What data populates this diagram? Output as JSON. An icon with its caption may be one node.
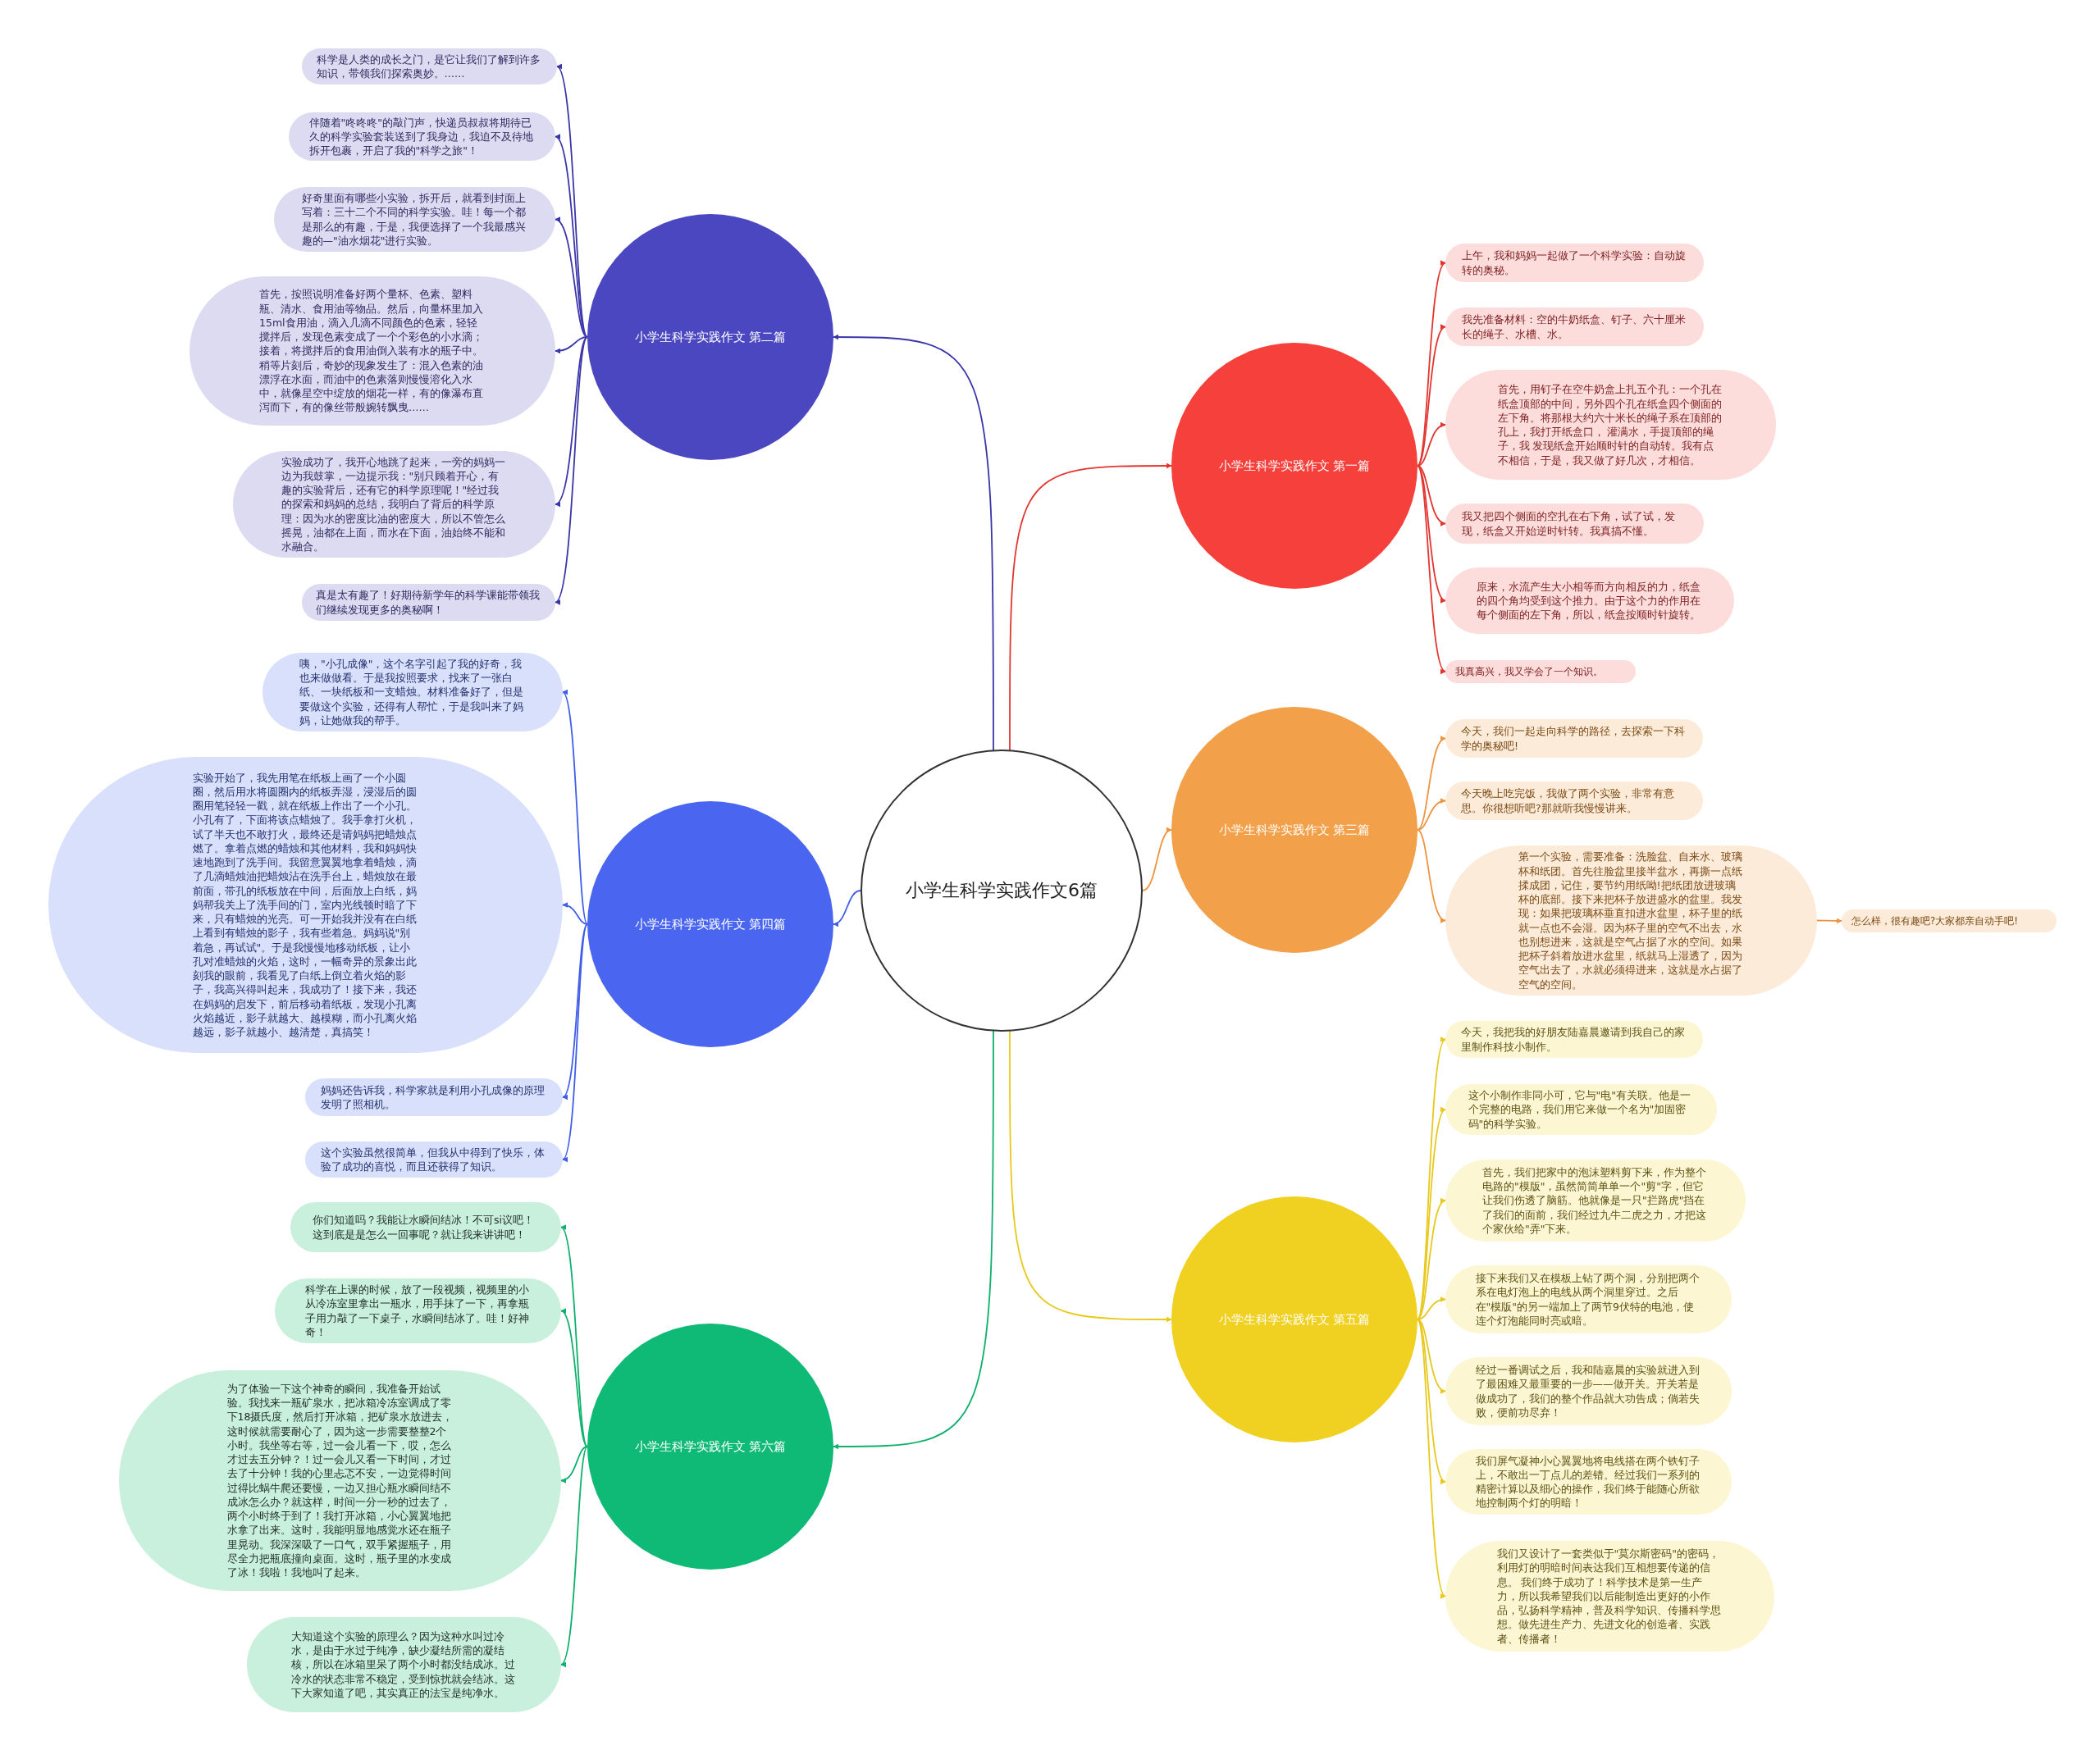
{
  "diagram": {
    "nodes": [
      {
        "text": [
          "小学生科学实践作文6篇"
        ]
      },
      {
        "text": [
          "小学生科学实践作文 第二篇"
        ]
      },
      {
        "text": [
          "科学是人类的成长之门，是它让我们了解到许多知识，带领我们探索奥妙。……"
        ]
      },
      {
        "text": [
          "伴随着\"咚咚咚\"的敲门声，快递员叔叔将期待已久的科学实验套装送到了我身边，我迫不及待地拆开包裹，开启了我的\"科学之旅\"！"
        ]
      },
      {
        "text": [
          "好奇里面有哪些小实验，拆开后，就看到封面上写着：三十二个不同的科学实验。哇！每一个都是那么的有趣，于是，我便选择了一个我最感兴趣的—\"油水烟花\"进行实验。"
        ]
      },
      {
        "text": [
          "首先，按照说明准备好两个量杯、色素、塑料瓶、清水、食用油等物品。然后，向量杯里加入15ml食用油，滴入几滴不同颜色的色素，轻轻搅拌后，发现色素变成了一个个彩色的小水滴；接着，将搅拌后的食用油倒入装有水的瓶子中。稍等片刻后，奇妙的现象发生了：混入色素的油漂浮在水面，而油中的色素落则慢慢溶化入水中，就像星空中绽放的烟花一样，有的像瀑布直泻而下，有的像丝带般婉转飘曳……"
        ]
      },
      {
        "text": [
          "实验成功了，我开心地跳了起来，一旁的妈妈一边为我鼓掌，一边提示我：\"别只顾着开心，有趣的实验背后，还有它的科学原理呢！\"经过我的探索和妈妈的总结，我明白了背后的科学原理：因为水的密度比油的密度大，所以不管怎么摇晃，油都在上面，而水在下面，油始终不能和水融合。"
        ]
      },
      {
        "text": [
          "真是太有趣了！好期待新学年的科学课能带领我们继续发现更多的奥秘啊！"
        ]
      },
      {
        "text": [
          "小学生科学实践作文 第四篇"
        ]
      },
      {
        "text": [
          "咦，\"小孔成像\"，这个名字引起了我的好奇，我也来做做看。于是我按照要求，找来了一张白纸、一块纸板和一支蜡烛。材料准备好了，但是要做这个实验，还得有人帮忙，于是我叫来了妈妈，让她做我的帮手。"
        ]
      },
      {
        "text": [
          "实验开始了，我先用笔在纸板上画了一个小圆圈，然后用水将圆圈内的纸板弄湿，浸湿后的圆圈用笔轻轻一戳，就在纸板上作出了一个小孔。小孔有了，下面将该点蜡烛了。我手拿打火机，试了半天也不敢打火，最终还是请妈妈把蜡烛点燃了。拿着点燃的蜡烛和其他材料，我和妈妈快速地跑到了洗手间。我留意翼翼地拿着蜡烛，滴了几滴蜡烛油把蜡烛沾在洗手台上，蜡烛放在最前面，带孔的纸板放在中间，后面放上白纸，妈妈帮我关上了洗手间的门，室内光线顿时暗了下来，只有蜡烛的光亮。可一开始我并没有在白纸上看到有蜡烛的影子，我有些着急。妈妈说\"别着急，再试试\"。于是我慢慢地移动纸板，让小孔对准蜡烛的火焰，这时，一幅奇异的景象出此刻我的眼前，我看见了白纸上倒立着火焰的影子，我高兴得叫起来，我成功了！接下来，我还在妈妈的启发下，前后移动着纸板，发现小孔离火焰越近，影子就越大、越模糊，而小孔离火焰越远，影子就越小、越清楚，真搞笑！"
        ]
      },
      {
        "text": [
          "妈妈还告诉我，科学家就是利用小孔成像的原理发明了照相机。"
        ]
      },
      {
        "text": [
          "这个实验虽然很简单，但我从中得到了快乐，体验了成功的喜悦，而且还获得了知识。"
        ]
      },
      {
        "text": [
          "小学生科学实践作文 第六篇"
        ]
      },
      {
        "text": [
          "你们知道吗？我能让水瞬间结冰！不可si议吧！这到底是是怎么一回事呢？就让我来讲讲吧！"
        ]
      },
      {
        "text": [
          "科学在上课的时候，放了一段视频，视频里的小从冷冻室里拿出一瓶水，用手抹了一下，再拿瓶子用力敲了一下桌子，水瞬间结冰了。哇！好神奇！"
        ]
      },
      {
        "text": [
          "为了体验一下这个神奇的瞬间，我准备开始试验。我找来一瓶矿泉水，把冰箱冷冻室调成了零下18摄氏度，然后打开冰箱，把矿泉水放进去，这时候就需要耐心了，因为这一步需要整整2个小时。我坐等右等，过一会儿看一下，哎，怎么才过去五分钟？！过一会儿又看一下时间，才过去了十分钟！我的心里忐忑不安，一边觉得时间过得比蜗牛爬还要慢，一边又担心瓶水瞬间结不成冰怎么办？就这样，时间一分一秒的过去了，两个小时终于到了！我打开冰箱，小心翼翼地把水拿了出来。这时，我能明显地感觉水还在瓶子里晃动。我深深吸了一口气，双手紧握瓶子，用尽全力把瓶底撞向桌面。这时，瓶子里的水变成了冰！我啦！我地叫了起来。"
        ]
      },
      {
        "text": [
          "大知道这个实验的原理么？因为这种水叫过冷水，是由于水过于纯净，缺少凝结所需的凝结核，所以在冰箱里呆了两个小时都没结成冰。过冷水的状态非常不稳定，受到惊扰就会结冰。这下大家知道了吧，其实真正的法宝是纯净水。"
        ]
      },
      {
        "text": [
          "小学生科学实践作文 第一篇"
        ]
      },
      {
        "text": [
          "上午，我和妈妈一起做了一个科学实验：自动旋转的奥秘。"
        ]
      },
      {
        "text": [
          "我先准备材料：空的牛奶纸盒、钉子、六十厘米长的绳子、水槽、水。"
        ]
      },
      {
        "text": [
          "首先，用钉子在空牛奶盒上扎五个孔：一个孔在纸盒顶部的中间，另外四个孔在纸盒四个侧面的左下角。将那根大约六十米长的绳子系在顶部的孔上，我打开纸盒口， 灌满水，手提顶部的绳子，我 发现纸盒开始顺时针的自动转。我有点不相信，于是，我又做了好几次，才相信。"
        ]
      },
      {
        "text": [
          "我又把四个侧面的空扎在右下角，试了试，发现，纸盒又开始逆时针转。我真搞不懂。"
        ]
      },
      {
        "text": [
          "原来，水流产生大小相等而方向相反的力，纸盒的四个角均受到这个推力。由于这个力的作用在每个侧面的左下角，所以，纸盒按顺时针旋转。"
        ]
      },
      {
        "text": [
          "我真高兴，我又学会了一个知识。"
        ]
      },
      {
        "text": [
          "小学生科学实践作文 第三篇"
        ]
      },
      {
        "text": [
          "今天，我们一起走向科学的路径，去探索一下科学的奥秘吧!"
        ]
      },
      {
        "text": [
          "今天晚上吃完饭，我做了两个实验，非常有意思。你很想听吧?那就听我慢慢讲来。"
        ]
      },
      {
        "text": [
          "第一个实验，需要准备：洗脸盆、自来水、玻璃杯和纸团。首先往脸盆里接半盆水，再撕一点纸揉成团，记住，要节约用纸呦!把纸团放进玻璃杯的底部。接下来把杯子放进盛水的盆里。我发现：如果把玻璃杯垂直扣进水盆里，杯子里的纸就一点也不会湿。因为杯子里的空气不出去，水也别想进来，这就是空气占据了水的空间。如果把杯子斜着放进水盆里，纸就马上湿透了，因为空气出去了，水就必须得进来，这就是水占据了空气的空间。"
        ]
      },
      {
        "text": [
          "怎么样，很有趣吧?大家都亲自动手吧!"
        ]
      },
      {
        "text": [
          "小学生科学实践作文 第五篇"
        ]
      },
      {
        "text": [
          "今天，我把我的好朋友陆嘉晨邀请到我自己的家里制作科技小制作。"
        ]
      },
      {
        "text": [
          "这个小制作非同小可，它与\"电\"有关联。他是一个完整的电路，我们用它来做一个名为\"加固密码\"的科学实验。"
        ]
      },
      {
        "text": [
          "首先，我们把家中的泡沫塑料剪下来，作为整个电路的\"模版\"，虽然简简单单一个\"剪\"字，但它让我们伤透了脑筋。他就像是一只\"拦路虎\"挡在了我们的面前，我们经过九牛二虎之力，才把这个家伙给\"弄\"下来。"
        ]
      },
      {
        "text": [
          "接下来我们又在模板上钻了两个洞，分别把两个系在电灯泡上的电线从两个洞里穿过。之后在\"模版\"的另一端加上了两节9伏特的电池，使连个灯泡能同时亮或暗。"
        ]
      },
      {
        "text": [
          "经过一番调试之后，我和陆嘉晨的实验就进入到了最困难又最重要的一步——做开关。开关若是做成功了，我们的整个作品就大功告成；倘若失败，便前功尽弃！"
        ]
      },
      {
        "text": [
          "我们屏气凝神小心翼翼地将电线搭在两个铁钉子上，不敢出一丁点儿的差错。经过我们一系列的精密计算以及细心的操作，我们终于能随心所欲地控制两个灯的明暗！"
        ]
      },
      {
        "text": [
          "我们又设计了一套类似于\"莫尔斯密码\"的密码，利用灯的明暗时间表达我们互相想要传递的信息。 我们终于成功了！科学技术是第一生产力，所以我希望我们以后能制造出更好的小作品，弘扬科学精神，普及科学知识、传播科学思想。做先进生产力、先进文化的创造者、实践者、传播者！"
        ]
      }
    ],
    "edges": [
      {
        "from": 0,
        "to": 1,
        "arrow": "to",
        "color": "#3a35a8"
      },
      {
        "from": 1,
        "to": 2,
        "arrow": "to",
        "color": "#3a35a8"
      },
      {
        "from": 1,
        "to": 3,
        "arrow": "to",
        "color": "#3a35a8"
      },
      {
        "from": 1,
        "to": 4,
        "arrow": "to",
        "color": "#3a35a8"
      },
      {
        "from": 1,
        "to": 5,
        "arrow": "to",
        "color": "#3a35a8"
      },
      {
        "from": 1,
        "to": 6,
        "arrow": "to",
        "color": "#3a35a8"
      },
      {
        "from": 1,
        "to": 7,
        "arrow": "to",
        "color": "#3a35a8"
      },
      {
        "from": 0,
        "to": 8,
        "arrow": "to",
        "color": "#3f5de8"
      },
      {
        "from": 8,
        "to": 9,
        "arrow": "to",
        "color": "#3f5de8"
      },
      {
        "from": 8,
        "to": 10,
        "arrow": "to",
        "color": "#3f5de8"
      },
      {
        "from": 8,
        "to": 11,
        "arrow": "to",
        "color": "#3f5de8"
      },
      {
        "from": 8,
        "to": 12,
        "arrow": "to",
        "color": "#3f5de8"
      },
      {
        "from": 0,
        "to": 13,
        "arrow": "to",
        "color": "#0fb06e"
      },
      {
        "from": 13,
        "to": 14,
        "arrow": "to",
        "color": "#0fb06e"
      },
      {
        "from": 13,
        "to": 15,
        "arrow": "to",
        "color": "#0fb06e"
      },
      {
        "from": 13,
        "to": 16,
        "arrow": "to",
        "color": "#0fb06e"
      },
      {
        "from": 13,
        "to": 17,
        "arrow": "to",
        "color": "#0fb06e"
      },
      {
        "from": 0,
        "to": 18,
        "arrow": "to",
        "color": "#e2352f"
      },
      {
        "from": 18,
        "to": 19,
        "arrow": "to",
        "color": "#e2352f"
      },
      {
        "from": 18,
        "to": 20,
        "arrow": "to",
        "color": "#e2352f"
      },
      {
        "from": 18,
        "to": 21,
        "arrow": "to",
        "color": "#e2352f"
      },
      {
        "from": 18,
        "to": 22,
        "arrow": "to",
        "color": "#e2352f"
      },
      {
        "from": 18,
        "to": 23,
        "arrow": "to",
        "color": "#e2352f"
      },
      {
        "from": 18,
        "to": 24,
        "arrow": "to",
        "color": "#e2352f"
      },
      {
        "from": 0,
        "to": 25,
        "arrow": "to",
        "color": "#ee9440"
      },
      {
        "from": 25,
        "to": 26,
        "arrow": "to",
        "color": "#ee9440"
      },
      {
        "from": 25,
        "to": 27,
        "arrow": "to",
        "color": "#ee9440"
      },
      {
        "from": 25,
        "to": 28,
        "arrow": "to",
        "color": "#ee9440"
      },
      {
        "from": 28,
        "to": 29,
        "arrow": "to",
        "color": "#ee9440"
      },
      {
        "from": 0,
        "to": 30,
        "arrow": "to",
        "color": "#e8c81a"
      },
      {
        "from": 30,
        "to": 31,
        "arrow": "to",
        "color": "#e8c81a"
      },
      {
        "from": 30,
        "to": 32,
        "arrow": "to",
        "color": "#e8c81a"
      },
      {
        "from": 30,
        "to": 33,
        "arrow": "to",
        "color": "#e8c81a"
      },
      {
        "from": 30,
        "to": 34,
        "arrow": "to",
        "color": "#e8c81a"
      },
      {
        "from": 30,
        "to": 35,
        "arrow": "to",
        "color": "#e8c81a"
      },
      {
        "from": 30,
        "to": 36,
        "arrow": "to",
        "color": "#e8c81a"
      },
      {
        "from": 30,
        "to": 37,
        "arrow": "to",
        "color": "#e8c81a"
      }
    ]
  }
}
